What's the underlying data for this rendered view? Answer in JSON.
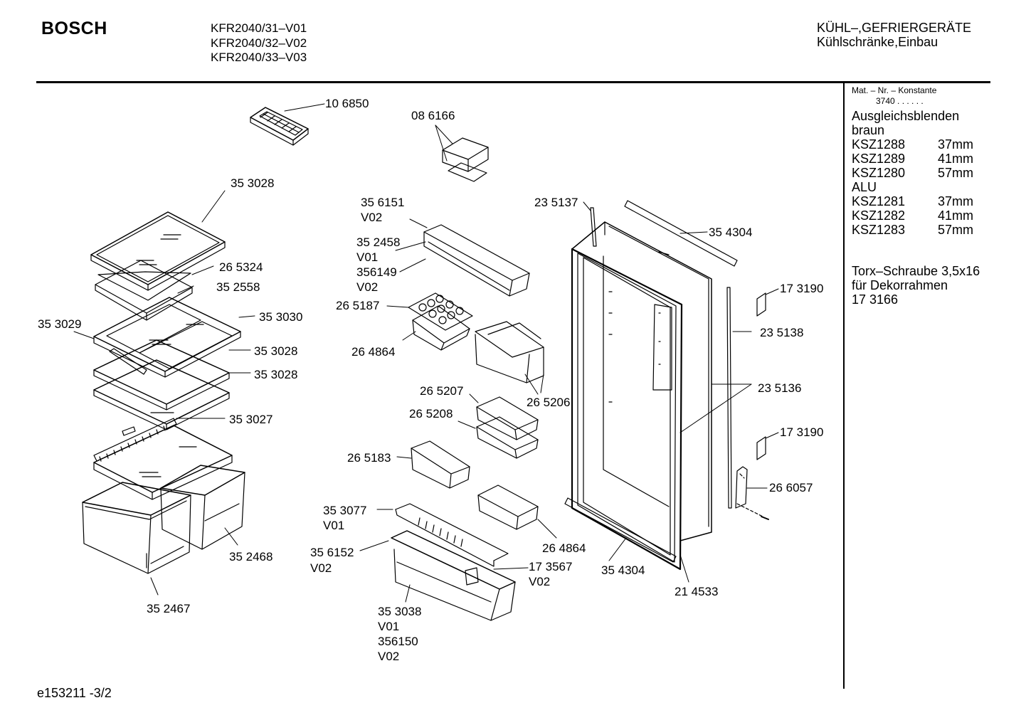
{
  "header": {
    "brand": "BOSCH",
    "models": [
      "KFR2040/31–V01",
      "KFR2040/32–V02",
      "KFR2040/33–V03"
    ],
    "category_line1": "KÜHL–,GEFRIERGERÄTE",
    "category_line2": "Kühlschränke,Einbau"
  },
  "side_panel": {
    "mat_label": "Mat. – Nr. – Konstante",
    "mat_code": "3740 . .  . . . .",
    "title": "Ausgleichsblenden",
    "group1": "braun",
    "braun_items": [
      {
        "code": "KSZ1288",
        "size": "37mm"
      },
      {
        "code": "KSZ1289",
        "size": "41mm"
      },
      {
        "code": "KSZ1280",
        "size": "57mm"
      }
    ],
    "group2": "ALU",
    "alu_items": [
      {
        "code": "KSZ1281",
        "size": "37mm"
      },
      {
        "code": "KSZ1282",
        "size": "41mm"
      },
      {
        "code": "KSZ1283",
        "size": "57mm"
      }
    ],
    "torx_line1": "Torx–Schraube 3,5x16",
    "torx_line2": "für Dekorrahmen",
    "torx_line3": "17 3166"
  },
  "footer": {
    "code": "e153211 -3/2"
  },
  "part_labels": {
    "p106850": "10 6850",
    "p086166": "08 6166",
    "p353028_top": "35 3028",
    "p356151": "35 6151",
    "p356151_v": "V02",
    "p235137": "23 5137",
    "p354304_top": "35 4304",
    "p352458": "35 2458",
    "p352458_v": "V01",
    "p356149": "356149",
    "p356149_v": "V02",
    "p265324": "26 5324",
    "p352558": "35 2558",
    "p265187": "26 5187",
    "p353029": "35 3029",
    "p353030": "35 3030",
    "p173190_top": "17 3190",
    "p264864_left": "26 4864",
    "p353028_mid": "35 3028",
    "p235138": "23 5138",
    "p353028_low": "35 3028",
    "p265207": "26 5207",
    "p265206": "26 5206",
    "p235136": "23 5136",
    "p265208": "26 5208",
    "p353027": "35 3027",
    "p173190_low": "17 3190",
    "p265183": "26 5183",
    "p266057": "26 6057",
    "p353077": "35 3077",
    "p353077_v": "V01",
    "p264864_right": "26 4864",
    "p356152": "35 6152",
    "p356152_v": "V02",
    "p352468": "35 2468",
    "p173567": "17 3567",
    "p173567_v": "V02",
    "p354304_bot": "35 4304",
    "p214533": "21 4533",
    "p352467": "35 2467",
    "p353038": "35 3038",
    "p353038_v1": "V01",
    "p356150": "356150",
    "p356150_v2": "V02"
  }
}
